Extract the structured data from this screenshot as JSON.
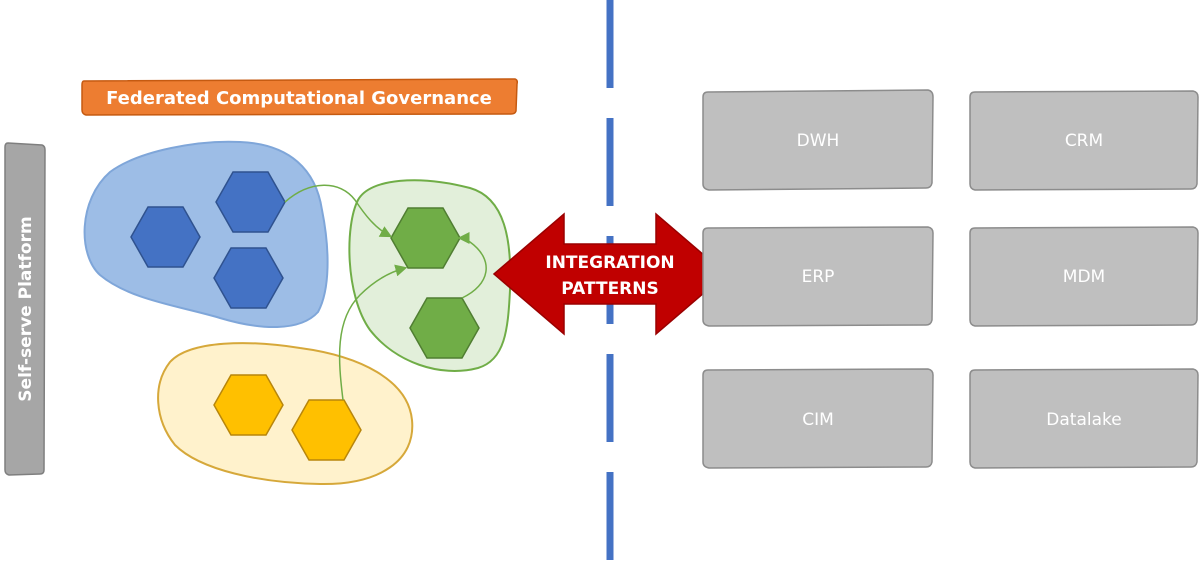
{
  "governance": {
    "label": "Federated Computational Governance"
  },
  "platform": {
    "label": "Self-serve Platform"
  },
  "integration": {
    "line1": "INTEGRATION",
    "line2": "PATTERNS"
  },
  "systems": [
    {
      "label": "DWH"
    },
    {
      "label": "CRM"
    },
    {
      "label": "ERP"
    },
    {
      "label": "MDM"
    },
    {
      "label": "CIM"
    },
    {
      "label": "Datalake"
    }
  ],
  "colors": {
    "governance": "#ed7d31",
    "platform": "#a6a6a6",
    "domain_blue": "#4472c4",
    "domain_blue_fill": "#9dbde6",
    "domain_green": "#70ad47",
    "domain_green_fill": "#e2efda",
    "domain_yellow": "#ffc000",
    "domain_yellow_fill": "#fff2cc",
    "integration_arrow": "#c00000",
    "divider": "#4472c4",
    "system_box": "#bfbfbf"
  }
}
